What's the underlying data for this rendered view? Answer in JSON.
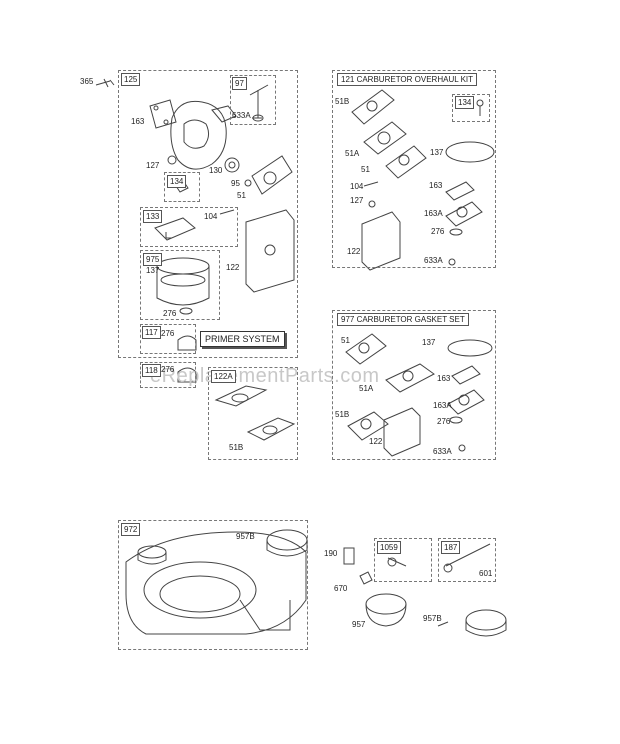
{
  "groups": {
    "carb_main": {
      "ref": "125"
    },
    "overhaul_kit": {
      "title": "121 CARBURETOR OVERHAUL KIT"
    },
    "gasket_set": {
      "title": "977 CARBURETOR GASKET SET"
    },
    "tank": {
      "ref": "972"
    }
  },
  "primer_label": "PRIMER SYSTEM",
  "watermark": "eReplacementParts.com",
  "parts": {
    "p365": "365",
    "p163": "163",
    "p97": "97",
    "p633a": "633A",
    "p127": "127",
    "p130": "130",
    "p134": "134",
    "p95": "95",
    "p51": "51",
    "p133": "133",
    "p104": "104",
    "p975": "975",
    "p137": "137",
    "p122": "122",
    "p276": "276",
    "p117": "117",
    "p276b": "276",
    "p118": "118",
    "p276c": "276",
    "p122a": "122A",
    "p51b_lower": "51B",
    "ok_51b": "51B",
    "ok_51a": "51A",
    "ok_51": "51",
    "ok_134": "134",
    "ok_137": "137",
    "ok_104": "104",
    "ok_127": "127",
    "ok_163": "163",
    "ok_163a": "163A",
    "ok_276": "276",
    "ok_122": "122",
    "ok_633a": "633A",
    "gs_51": "51",
    "gs_137": "137",
    "gs_51a": "51A",
    "gs_163": "163",
    "gs_51b": "51B",
    "gs_163a": "163A",
    "gs_276": "276",
    "gs_122": "122",
    "gs_633a": "633A",
    "t_957b": "957B",
    "p190": "190",
    "p1059": "1059",
    "p187": "187",
    "p670": "670",
    "p601": "601",
    "p957": "957",
    "p957b": "957B"
  }
}
